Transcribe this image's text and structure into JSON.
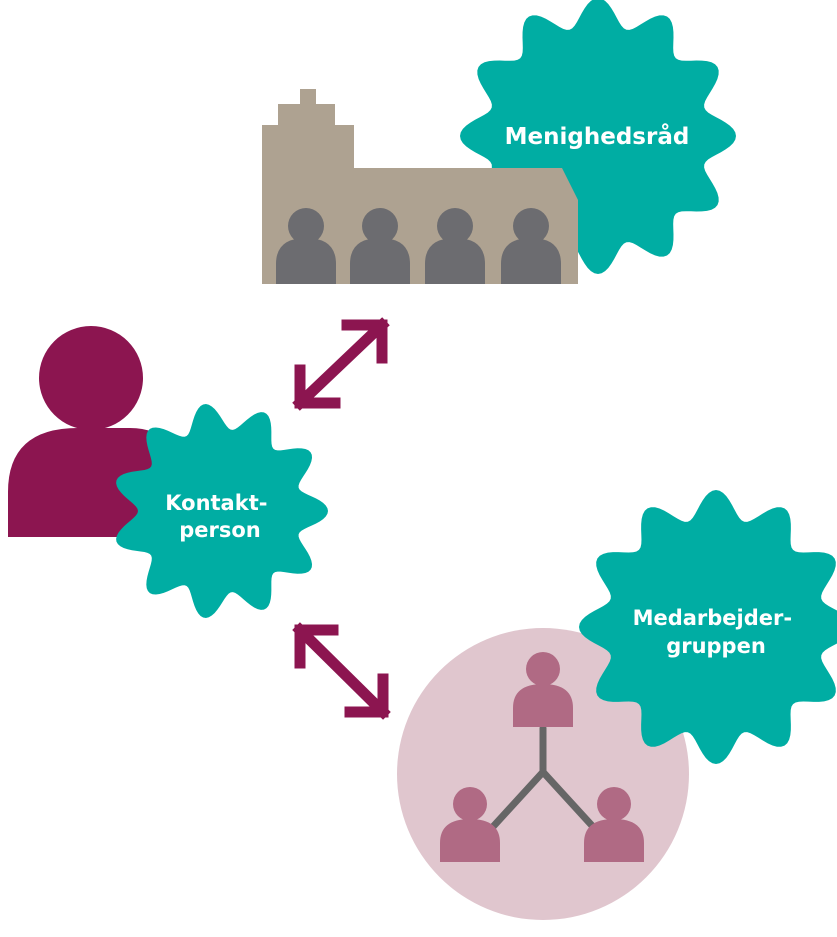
{
  "nodes": {
    "menighedsraad": {
      "label": "Menighedsråd",
      "icon": "church-with-people-icon"
    },
    "kontaktperson": {
      "label_line1": "Kontakt-",
      "label_line2": "person",
      "icon": "person-icon"
    },
    "medarbejdergruppen": {
      "label_line1": "Medarbejder-",
      "label_line2": "gruppen",
      "icon": "connected-group-icon"
    }
  },
  "connectors": [
    {
      "from": "kontaktperson",
      "to": "menighedsraad",
      "type": "double-arrow"
    },
    {
      "from": "kontaktperson",
      "to": "medarbejdergruppen",
      "type": "double-arrow"
    }
  ],
  "colors": {
    "teal": "#00ADA3",
    "church": "#AEA291",
    "people_gray": "#6C6C70",
    "plum": "#8C1550",
    "rose_bg": "#E0C6CE",
    "rose_people": "#B06A84",
    "link_gray": "#666666"
  }
}
